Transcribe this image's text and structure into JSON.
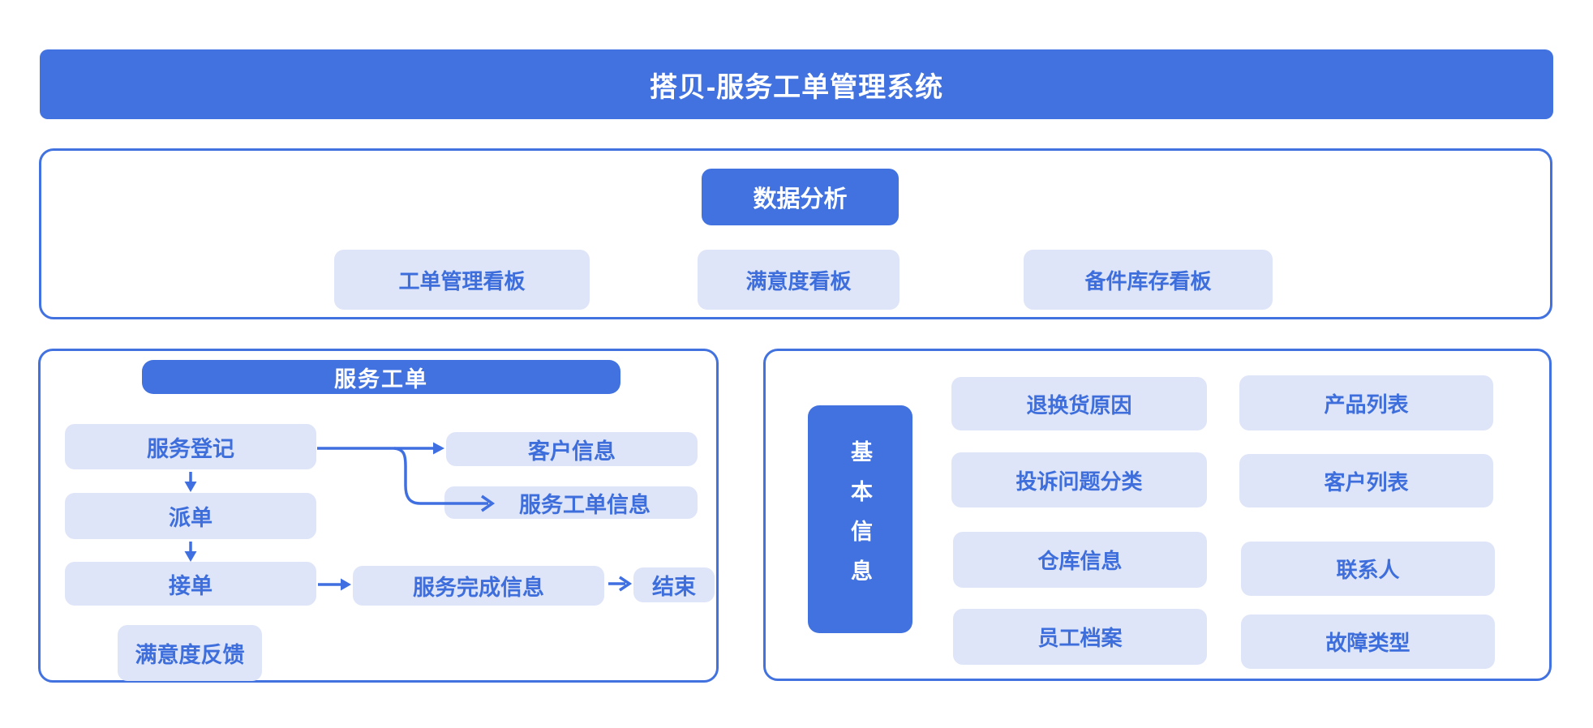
{
  "colors": {
    "primary_blue": "#4272e0",
    "light_box": "#dee5f8",
    "box_text_blue": "#3d6edc",
    "background": "#ffffff"
  },
  "title": "搭贝-服务工单管理系统",
  "analysis": {
    "header": "数据分析",
    "boards": [
      {
        "label": "工单管理看板"
      },
      {
        "label": "满意度看板"
      },
      {
        "label": "备件库存看板"
      }
    ]
  },
  "workorder": {
    "header": "服务工单",
    "steps": [
      {
        "label": "服务登记"
      },
      {
        "label": "派单"
      },
      {
        "label": "接单"
      }
    ],
    "feedback": "满意度反馈",
    "customer_info": "客户信息",
    "ticket_info": "服务工单信息",
    "completion_info": "服务完成信息",
    "end": "结束"
  },
  "basic_info": {
    "header": "基本信息",
    "items": [
      {
        "label": "退换货原因"
      },
      {
        "label": "产品列表"
      },
      {
        "label": "投诉问题分类"
      },
      {
        "label": "客户列表"
      },
      {
        "label": "仓库信息"
      },
      {
        "label": "联系人"
      },
      {
        "label": "员工档案"
      },
      {
        "label": "故障类型"
      }
    ]
  }
}
